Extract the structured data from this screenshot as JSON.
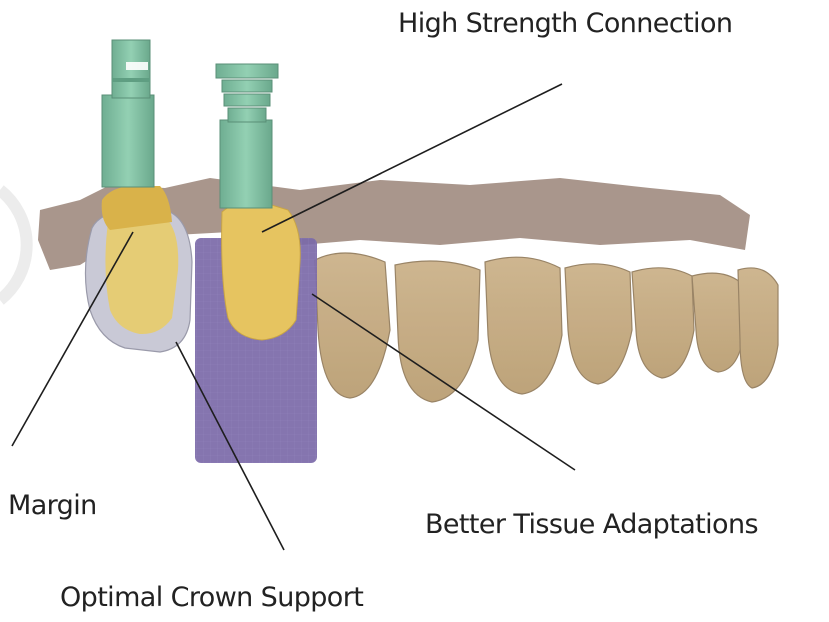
{
  "labels": {
    "high_strength": "High Strength Connection",
    "margin": "Margin",
    "better_tissue": "Better Tissue Adaptations",
    "optimal_crown": "Optimal Crown Support"
  },
  "colors": {
    "abutment_green": "#84c4a6",
    "tooth_tan": "#c7a97a",
    "gingiva": "#9a8478",
    "crown_yellow": "#e8cc6a",
    "crown_gray": "#c9c9d6",
    "scan_body_purple": "#7b69a8",
    "leader_line": "#1e1e1e"
  }
}
